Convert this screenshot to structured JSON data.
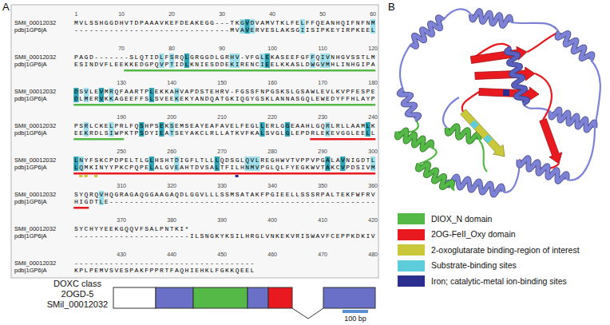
{
  "diagram": {
    "labels": [
      "A",
      "1",
      "10",
      "20",
      "30",
      "40",
      "50",
      "60",
      "SMil_00012032",
      "MVLSSHGGDHVTDPAAAVKEFDEAKEGG---TKGVDVAMVTKLFELFFQEANHQIFNFNM",
      "pdb|1GP6|A",
      "-------------------------------MVAVERVESLAKSGIISIPKEYIRPKEEL",
      "70",
      "80",
      "90",
      "100",
      "110",
      "120",
      "SMil_00012032",
      "PAGD-------SLQTIDLFSRQLGRGGDLGRHV-VFGLEKASEEFGFFQIVNHGVSSTLM",
      "pdb|1GP6|A",
      "ESINDVFLEEKKEDGPQVPTIDLKNIESDDEKIRENCIEELKKASLDWGVMHLINHGIPA",
      "130",
      "140",
      "150",
      "160",
      "170",
      "180",
      "SMil_00012032",
      "DSVLEVMRQFAARTPLEKKAHVAPDSTEHRV-FGSSFNPGSKSLGSAWLEVLKVPFESPE",
      "pdb|1GP6|A",
      "DLMERVKKAGEEFFSLSVEEKEKYANDQATGKIQGYGSKLANNASGQLEWEDYFFHLAYP",
      "190",
      "200",
      "210",
      "220",
      "230",
      "240",
      "SMil_00012032",
      "PSRLCKELPRLFQSHPSEKSEMSEAYEAFAVELFEGLLERLGGEAAHLGQRLRLLAAMLK",
      "pdb|1GP6|A",
      "EEKRDLSIWPKTPSDYIEATSEYAKCLRLLATKVFKALSVGLGLEPDRLEKEVGGLEELL",
      "250",
      "260",
      "270",
      "280",
      "290",
      "300",
      "SMil_00012032",
      "LNYFSKCPDPELTLGLHSHTDIGFLTLLLQDSGLQVLREGHWVTVPPVPGALAVNIGDTL",
      "pdb|1GP6|A",
      "LQMKINYYPKCPQPELALGVEAHTDVSALTFILHNMVPGLQLFYEGKWVTAKCVPDSIVM",
      "310",
      "320",
      "330",
      "340",
      "350",
      "360",
      "SMil_00012032",
      "SYQRQVHQGRAGAQGGAAGAQDLGGVLLLSSMSATAKFPGIEELLSSSRPALTEKFWFRV",
      "pdb|1GP6|A",
      "HIGDTLE-----------------------------------------------------",
      "370",
      "380",
      "390",
      "400",
      "410",
      "420",
      "SMil_00012032",
      "SYCHYYEEKGQQVFSALPNTKI*",
      "pdb|1GP6|A",
      "-----------------------ILSNGKYKSILHRGLVNKEKVRISWAVFCEPPKDKIV",
      "430",
      "440",
      "450",
      "460",
      "470",
      "480",
      "SMil_00012032",
      "------------------------------------",
      "pdb|1GP6|A",
      "KPLPEMVSVESPAKFPPRTFAQHIEHKLFGKKQEEL",
      "B",
      "DOXC class",
      "2OGD-5",
      "SMil_00012032",
      "100 bp"
    ],
    "legend": [
      {
        "text": "DIOX_N domain",
        "color": "#55b947"
      },
      {
        "text": "2OG-FeII_Oxy domain",
        "color": "#e8191f"
      },
      {
        "text": "2-oxoglutarate binding-region of interest",
        "color": "#c9c83a"
      },
      {
        "text": "Substrate-binding sites",
        "color": "#5ecddb"
      },
      {
        "text": "Iron; catalytic-metal ion-binding sites",
        "color": "#2b2e8f"
      }
    ]
  }
}
